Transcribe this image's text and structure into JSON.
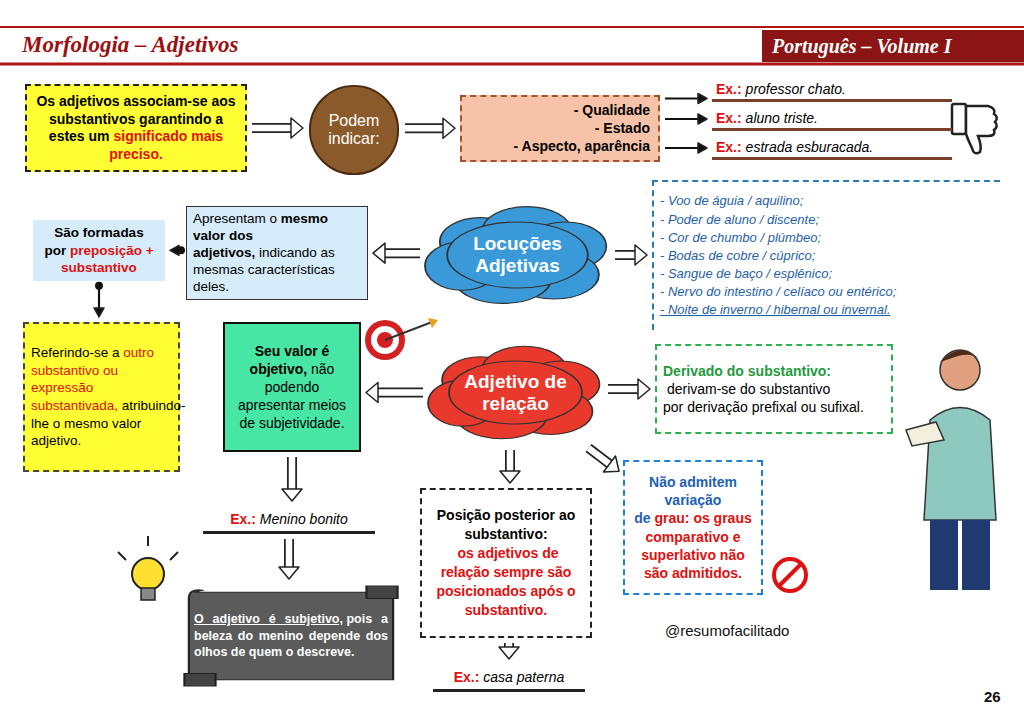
{
  "diagram": {
    "title": "Morfologia – Adjetivos",
    "nodes": [
      {
        "text": [
          "Português – Volume I"
        ]
      },
      {
        "text": [
          "Os adjetivos associam-se aos substantivos garantindo a estes um",
          "significado mais preciso."
        ]
      },
      {
        "text": [
          "Podem indicar:"
        ]
      },
      {
        "text": [
          "- Qualidade",
          "- Estado",
          "- Aspecto, aparência"
        ]
      },
      {
        "text": [
          "Ex.:",
          "professor chato."
        ]
      },
      {
        "text": [
          "Ex.:",
          "aluno triste."
        ]
      },
      {
        "text": [
          "Ex.:",
          "estrada esburacada."
        ]
      },
      {
        "text": [
          "São formadas por",
          "preposição + substantivo"
        ]
      },
      {
        "text": [
          "Apresentam o",
          "mesmo valor dos adjetivos,",
          "indicando as mesmas características deles."
        ]
      },
      {
        "text": [
          "Locuções Adjetivas"
        ]
      },
      {
        "text": [
          "- Voo de águia / aquilino;",
          "- Poder de aluno / discente;",
          "- Cor de chumbo / plúmbeo;",
          "- Bodas de cobre / cúprico;",
          "- Sangue de baço / esplênico;",
          "- Nervo do intestino / celíaco ou entérico;",
          "- Noite de inverno / hibernal ou invernal."
        ]
      },
      {
        "text": [
          "Referindo-se a",
          "outro substantivo ou expressão substantivada,",
          "atribuindo-lhe o mesmo valor adjetivo."
        ]
      },
      {
        "text": [
          "Seu valor é objetivo,",
          "não podendo apresentar meios de subjetividade."
        ]
      },
      {
        "text": [
          "Adjetivo de relação"
        ]
      },
      {
        "text": [
          "Derivado do substantivo:",
          "derivam-se do substantivo por",
          "derivação prefixal ou sufixal."
        ]
      },
      {
        "text": [
          "Ex.:",
          "Menino bonito"
        ]
      },
      {
        "text": [
          "O adjetivo é subjetivo,",
          "pois a beleza do menino depende dos olhos de quem o descreve."
        ]
      },
      {
        "text": [
          "Posição posterior ao substantivo:",
          "os adjetivos de relação sempre são posicionados após o substantivo."
        ]
      },
      {
        "text": [
          "Ex.:",
          "casa paterna"
        ]
      },
      {
        "text": [
          "Não admitem variação de",
          "grau:",
          "os graus comparativo e superlativo não são admitidos."
        ]
      }
    ],
    "edges": [
      {
        "from": 1,
        "to": 2,
        "arrow": "to"
      },
      {
        "from": 2,
        "to": 3,
        "arrow": "to"
      },
      {
        "from": 3,
        "to": 4,
        "arrow": "to"
      },
      {
        "from": 3,
        "to": 5,
        "arrow": "to"
      },
      {
        "from": 3,
        "to": 6,
        "arrow": "to"
      },
      {
        "from": 9,
        "to": 8,
        "arrow": "to"
      },
      {
        "from": 9,
        "to": 10,
        "arrow": "to"
      },
      {
        "from": 8,
        "to": 7,
        "arrow": "to"
      },
      {
        "from": 7,
        "to": 11,
        "arrow": "to"
      },
      {
        "from": 13,
        "to": 12,
        "arrow": "to"
      },
      {
        "from": 13,
        "to": 14,
        "arrow": "to"
      },
      {
        "from": 13,
        "to": 17,
        "arrow": "to"
      },
      {
        "from": 13,
        "to": 19,
        "arrow": "to"
      },
      {
        "from": 12,
        "to": 15,
        "arrow": "to"
      },
      {
        "from": 15,
        "to": 16,
        "arrow": "to"
      },
      {
        "from": 17,
        "to": 18,
        "arrow": "to"
      }
    ],
    "labels": [
      "@resumofacilitado",
      "26"
    ]
  }
}
